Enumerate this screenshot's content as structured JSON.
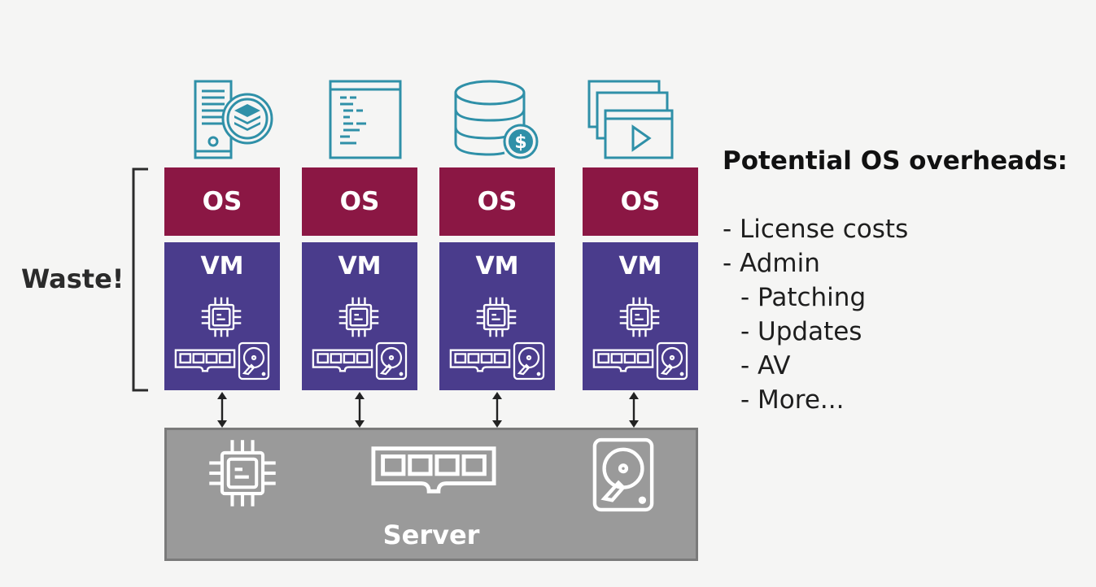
{
  "colors": {
    "background": "#f5f5f4",
    "os_block": "#8b1744",
    "vm_block": "#4a3c8c",
    "server": "#9a9a9a",
    "icon_stroke": "#2f90a8",
    "arrow": "#222222"
  },
  "apps": [
    {
      "icon": "server-stack-icon"
    },
    {
      "icon": "code-document-icon"
    },
    {
      "icon": "database-dollar-icon"
    },
    {
      "icon": "video-windows-icon"
    }
  ],
  "stacks": [
    {
      "os_label": "OS",
      "vm_label": "VM"
    },
    {
      "os_label": "OS",
      "vm_label": "VM"
    },
    {
      "os_label": "OS",
      "vm_label": "VM"
    },
    {
      "os_label": "OS",
      "vm_label": "VM"
    }
  ],
  "waste_label": "Waste!",
  "server": {
    "label": "Server",
    "icons": [
      "cpu-icon",
      "ram-icon",
      "hard-disk-icon"
    ]
  },
  "overheads": {
    "title": "Potential OS overheads:",
    "items": [
      {
        "text": "- License costs",
        "level": 0
      },
      {
        "text": "- Admin",
        "level": 0
      },
      {
        "text": "- Patching",
        "level": 1
      },
      {
        "text": "- Updates",
        "level": 1
      },
      {
        "text": "- AV",
        "level": 1
      },
      {
        "text": "- More...",
        "level": 1
      }
    ]
  }
}
